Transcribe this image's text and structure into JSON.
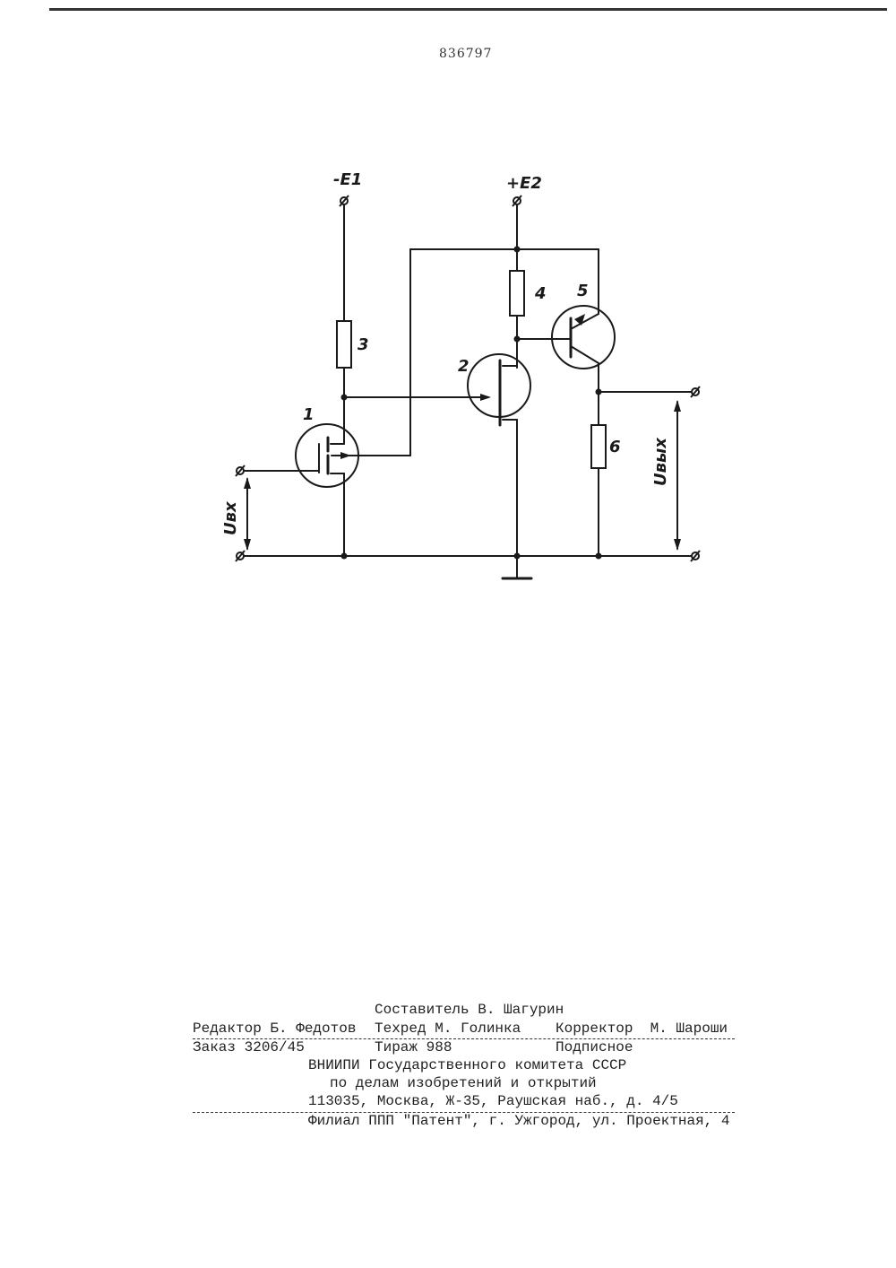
{
  "document": {
    "page_number": "836797"
  },
  "diagram": {
    "supply_negative": "-E1",
    "supply_positive": "+E2",
    "input_voltage_label": "Uвх",
    "output_voltage_label": "Uвых",
    "component_labels": [
      "1",
      "2",
      "3",
      "4",
      "5",
      "6"
    ]
  },
  "colophon": {
    "compiler": "Составитель В. Шагурин",
    "editor": "Редактор Б. Федотов",
    "tech_editor": "Техред М. Голинка",
    "proofreader": "Корректор  М. Шароши",
    "order": "Заказ 3206/45",
    "circulation": "Тираж 988",
    "subscription": "Подписное",
    "org_line1": "ВНИИПИ Государственного комитета СССР",
    "org_line2": "по делам изобретений и открытий",
    "address": "113035, Москва, Ж-35, Раушская наб., д. 4/5",
    "branch": "Филиал ППП \"Патент\", г. Ужгород, ул. Проектная, 4"
  }
}
